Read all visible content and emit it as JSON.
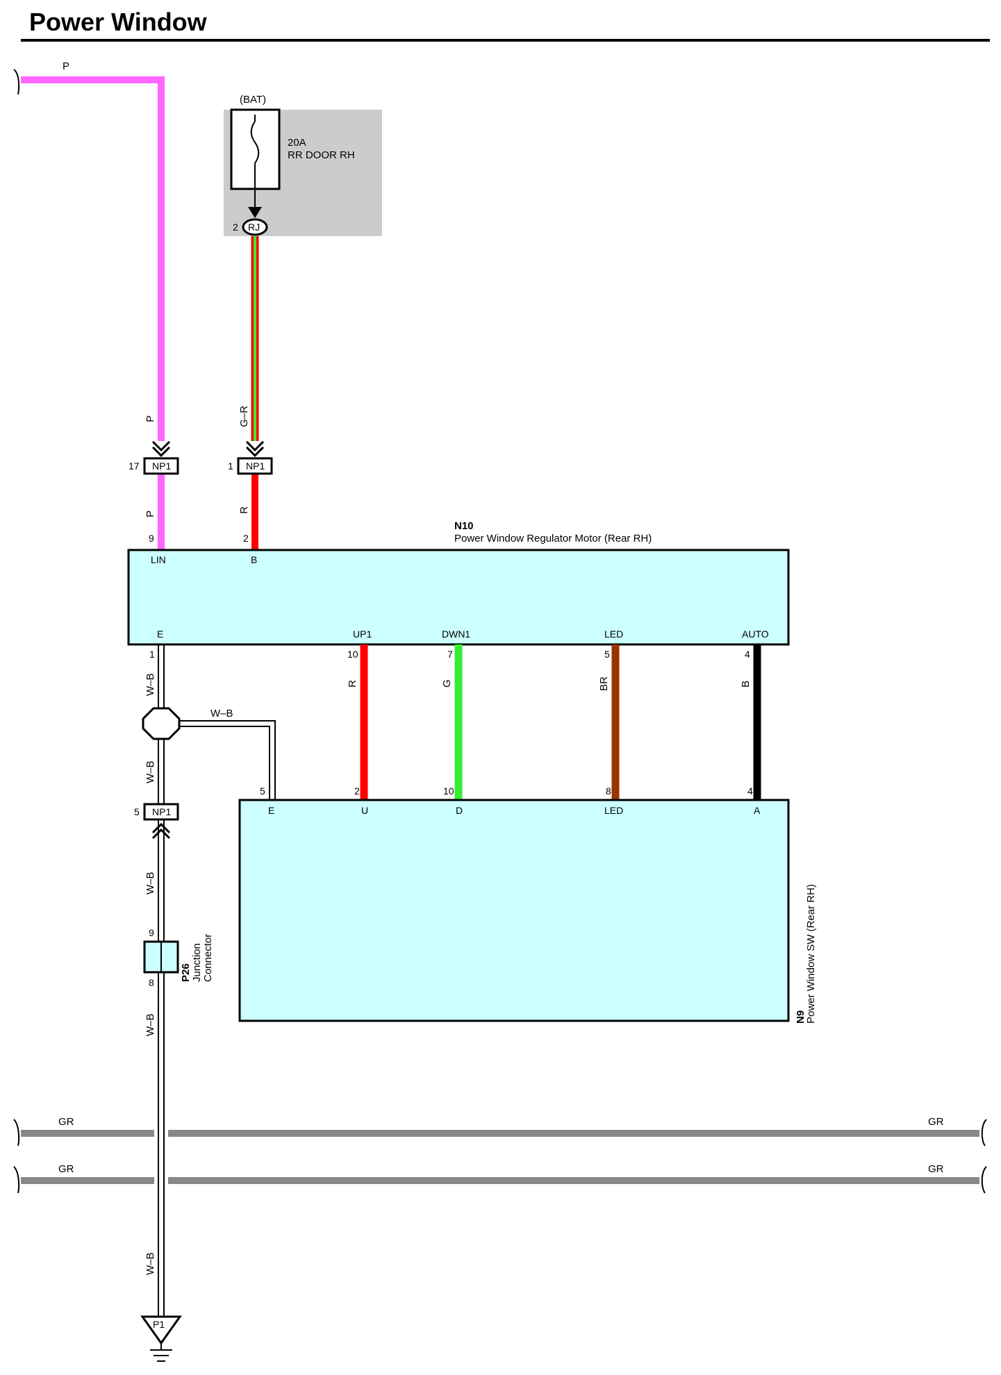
{
  "page": {
    "title": "Power Window"
  },
  "fuse": {
    "source": "(BAT)",
    "rating": "20A",
    "name": "RR DOOR RH",
    "connector": "RJ",
    "connector_pin": "2"
  },
  "wires": {
    "lin_in": "P",
    "lin_down": "P",
    "lin_after": "P",
    "feed_in": "G–R",
    "feed_after": "R",
    "ground_1": "W–B",
    "ground_branch": "W–B",
    "ground_2": "W–B",
    "ground_3": "W–B",
    "ground_4": "W–B",
    "ground_5": "W–B",
    "up": "R",
    "down": "G",
    "led": "BR",
    "auto": "B",
    "bus1_left": "GR",
    "bus1_right": "GR",
    "bus2_left": "GR",
    "bus2_right": "GR"
  },
  "connectors": {
    "np1_lin": {
      "label": "NP1",
      "pin": "17"
    },
    "np1_feed": {
      "label": "NP1",
      "pin": "1"
    },
    "np1_ground": {
      "label": "NP1",
      "pin": "5"
    }
  },
  "motor": {
    "code": "N10",
    "name": "Power Window Regulator Motor (Rear RH)",
    "top_pins": [
      {
        "pin": "9",
        "label": "LIN"
      },
      {
        "pin": "2",
        "label": "B"
      }
    ],
    "bottom_pins": [
      {
        "pin": "1",
        "label": "E"
      },
      {
        "pin": "10",
        "label": "UP1"
      },
      {
        "pin": "7",
        "label": "DWN1"
      },
      {
        "pin": "5",
        "label": "LED"
      },
      {
        "pin": "4",
        "label": "AUTO"
      }
    ]
  },
  "switch": {
    "code": "N9",
    "name": "Power Window SW (Rear RH)",
    "pins": [
      {
        "pin": "5",
        "label": "E"
      },
      {
        "pin": "2",
        "label": "U"
      },
      {
        "pin": "10",
        "label": "D"
      },
      {
        "pin": "8",
        "label": "LED"
      },
      {
        "pin": "4",
        "label": "A"
      }
    ]
  },
  "junction": {
    "code": "P26",
    "line1": "Junction",
    "line2": "Connector",
    "pin_top": "9",
    "pin_bottom": "8"
  },
  "ground": {
    "label": "P1"
  },
  "colors": {
    "pink": "#ff66ff",
    "red": "#ff0000",
    "green": "#33ee33",
    "brown": "#993300",
    "black": "#000000",
    "gray": "#888888",
    "component_fill": "#ccffff",
    "fuse_box": "#cccccc"
  }
}
